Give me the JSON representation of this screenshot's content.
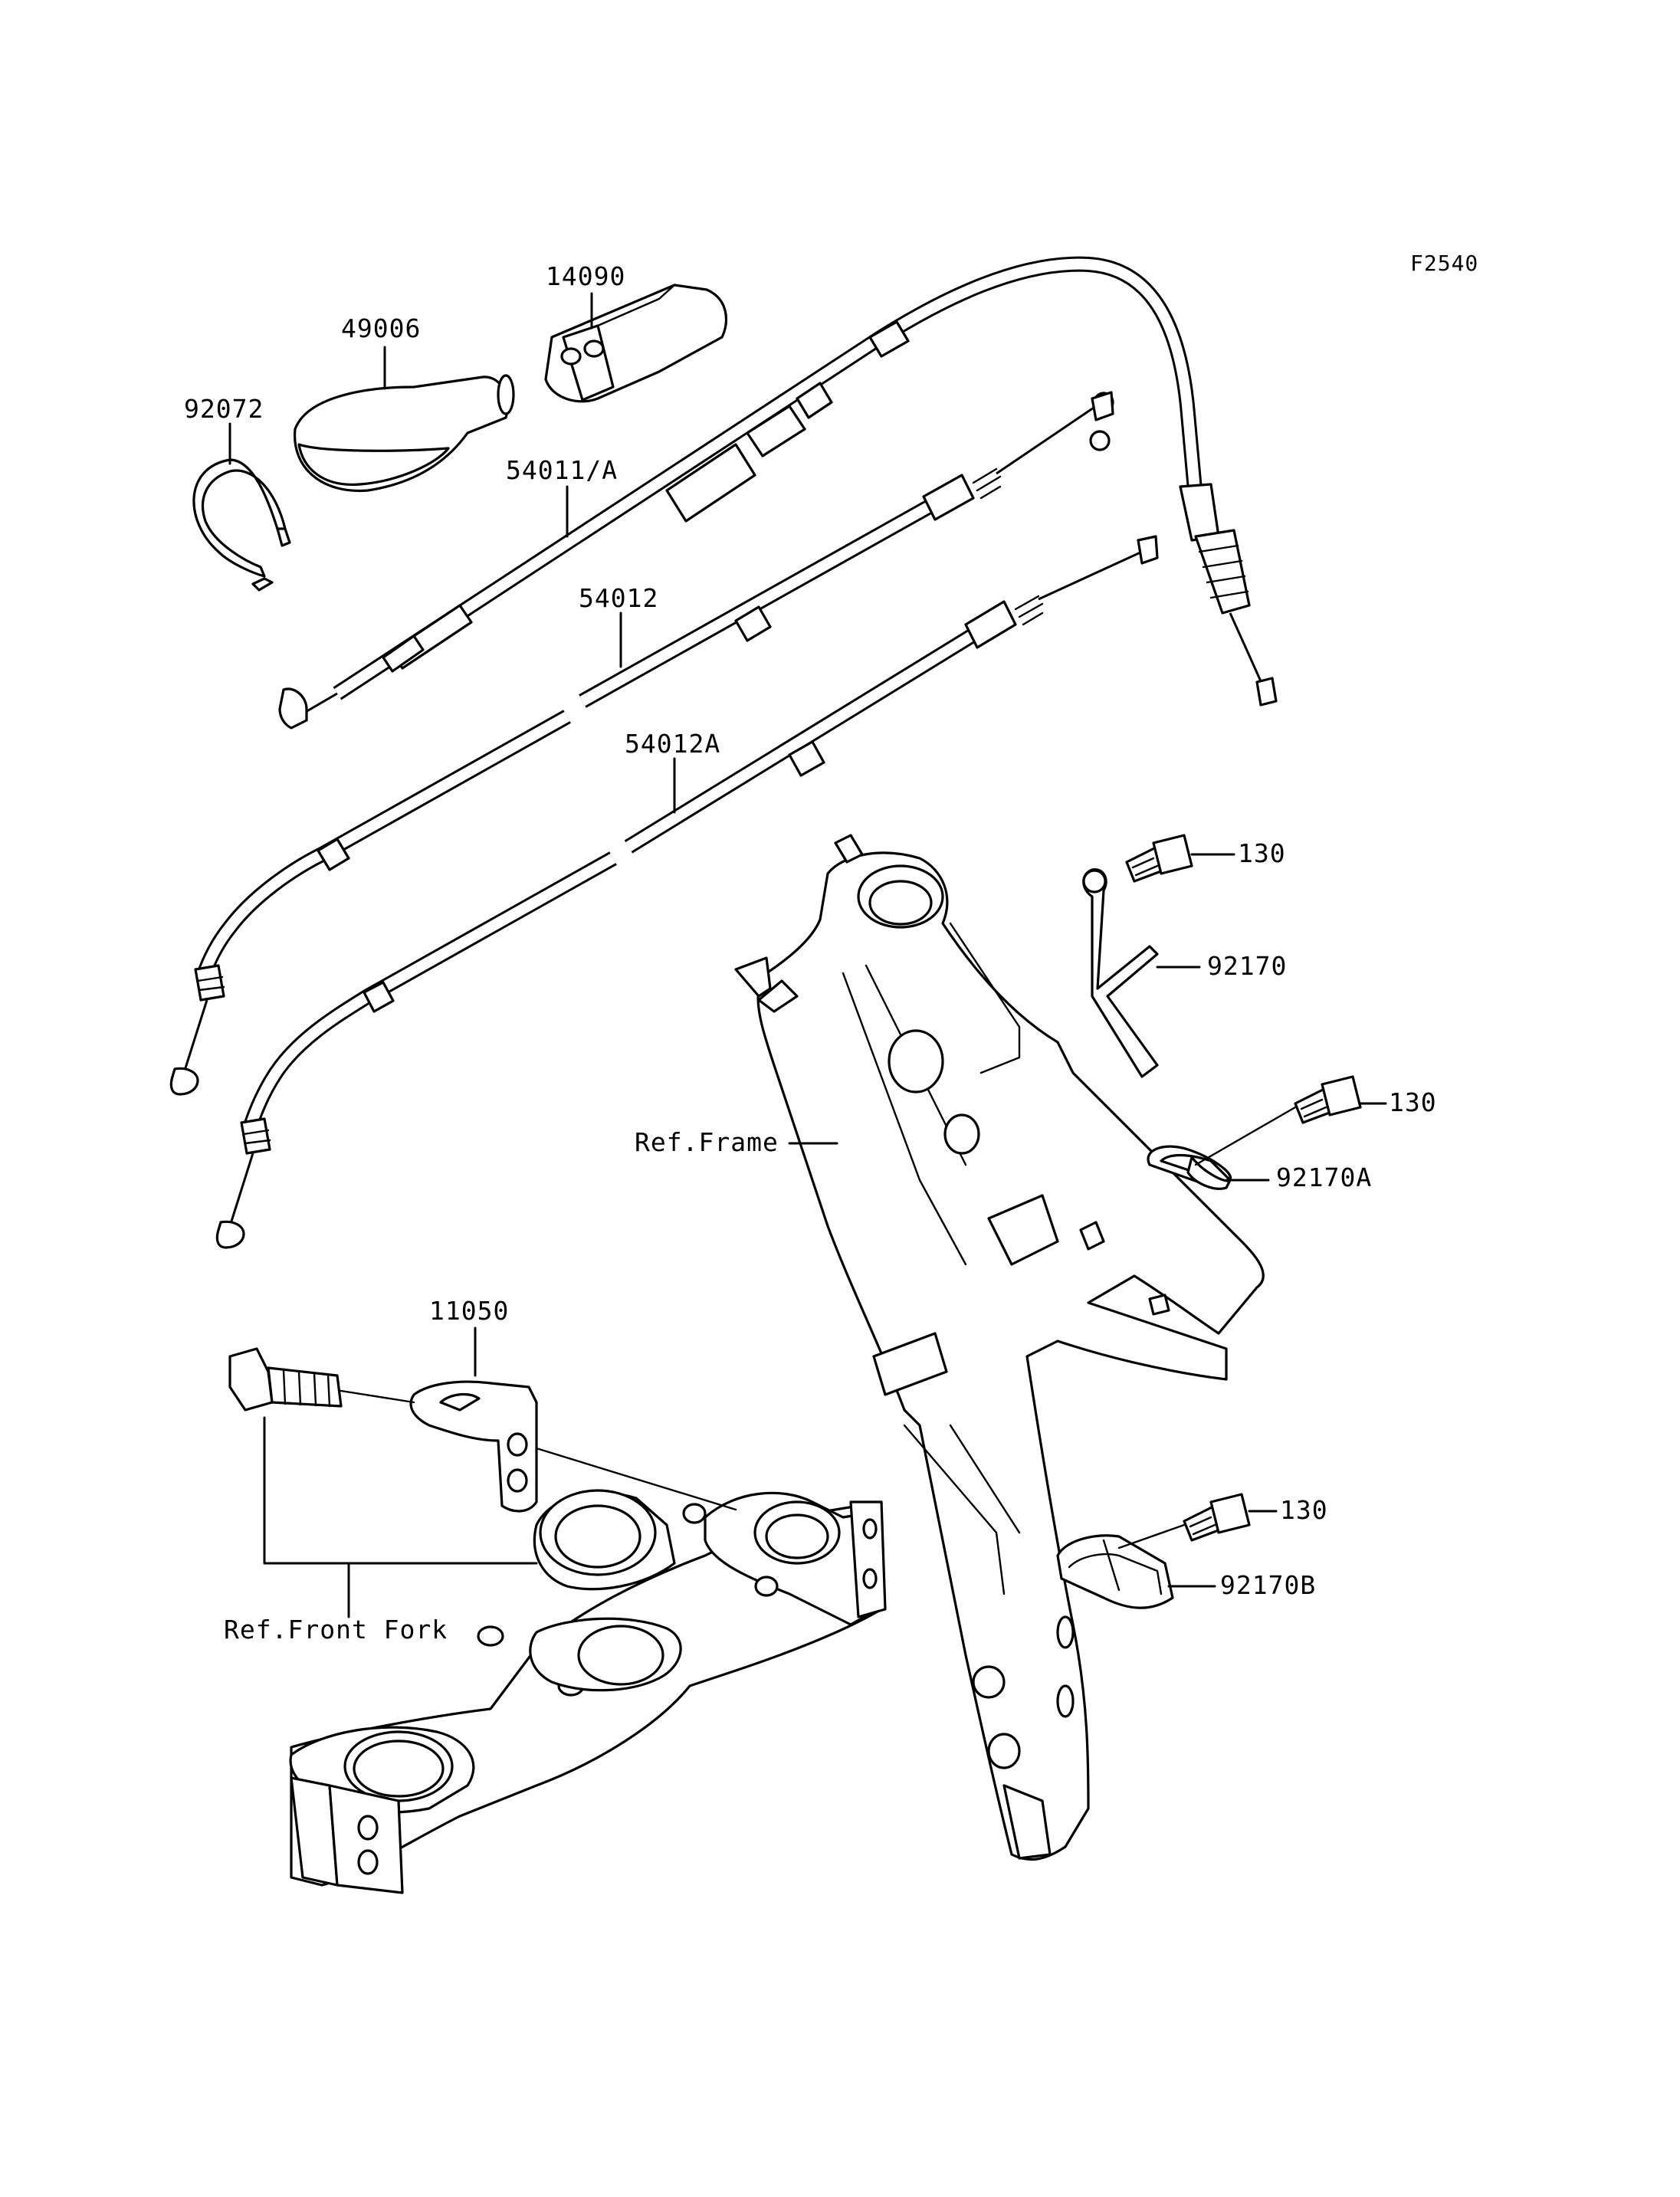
{
  "figure_code": "F2540",
  "parts": {
    "p92072": "92072",
    "p49006": "49006",
    "p14090": "14090",
    "p54011A": "54011/A",
    "p54012": "54012",
    "p54012A": "54012A",
    "p130a": "130",
    "p92170": "92170",
    "p130b": "130",
    "p92170A": "92170A",
    "p130c": "130",
    "p92170B": "92170B",
    "p11050": "11050"
  },
  "refs": {
    "frame": "Ref.Frame",
    "front_fork": "Ref.Front Fork"
  }
}
